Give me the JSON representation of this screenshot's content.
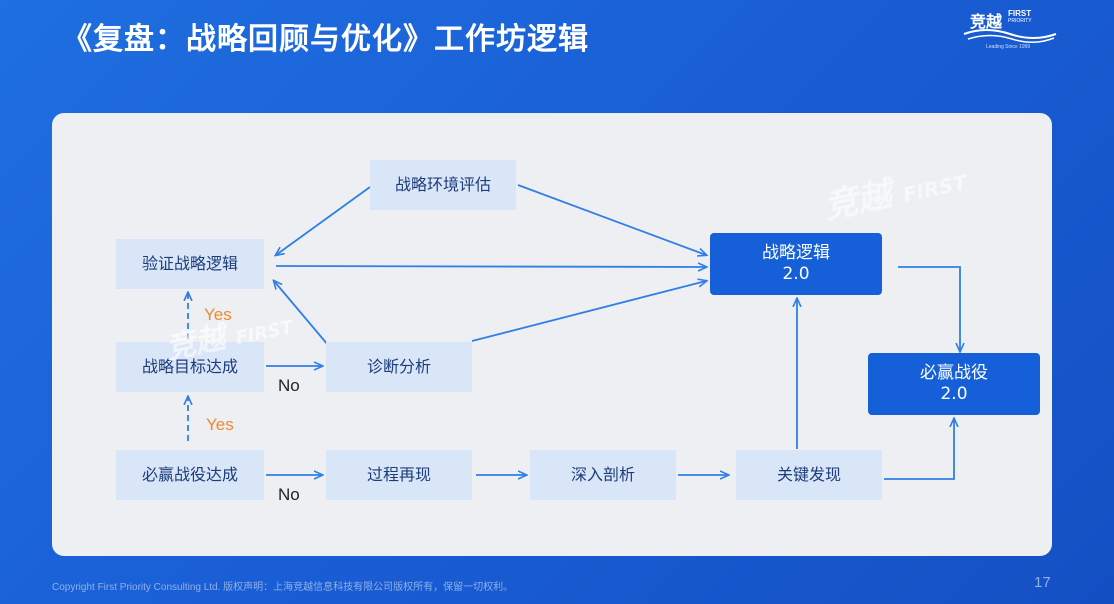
{
  "header": {
    "title": "《复盘：战略回顾与优化》工作坊逻辑"
  },
  "logo": {
    "brand_cn": "竞越",
    "brand_en_line1": "FIRST",
    "brand_en_line2": "PRIORITY",
    "tagline": "Leading Since 1999"
  },
  "diagram": {
    "nodes": {
      "env_assessment": "战略环境评估",
      "verify_logic": "验证战略逻辑",
      "goal_achieved": "战略目标达成",
      "diagnosis": "诊断分析",
      "battle_achieved": "必赢战役达成",
      "process_review": "过程再现",
      "deep_analysis": "深入剖析",
      "key_findings": "关键发现",
      "logic_v2_line1": "战略逻辑",
      "logic_v2_line2": "2.0",
      "battle_v2_line1": "必赢战役",
      "battle_v2_line2": "2.0"
    },
    "labels": {
      "yes_upper": "Yes",
      "yes_lower": "Yes",
      "no_middle": "No",
      "no_bottom": "No"
    },
    "colors": {
      "arrow": "#2f7fe6",
      "node_light": "#d9e6f8",
      "node_dark": "#1560d8",
      "yes": "#f08a2c"
    }
  },
  "footer": {
    "copyright": "Copyright First Priority Consulting Ltd.    版权声明：上海竞越信息科技有限公司版权所有，保留一切权利。",
    "page_number": "17"
  }
}
